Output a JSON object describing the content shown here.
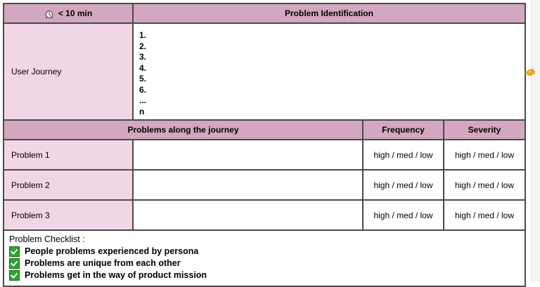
{
  "worksheet": {
    "timebox": {
      "icon": "alarm-clock-icon",
      "label": "< 10 min"
    },
    "title": "Problem Identification",
    "journey": {
      "label": "User Journey",
      "steps": [
        "1.",
        "2.",
        "3.",
        "4.",
        "5.",
        "6.",
        "...",
        "n"
      ]
    },
    "problems_table": {
      "headers": {
        "problems": "Problems along the journey",
        "frequency": "Frequency",
        "severity": "Severity"
      },
      "rows": [
        {
          "label": "Problem 1",
          "description": "",
          "frequency": "high / med / low",
          "severity": "high / med / low"
        },
        {
          "label": "Problem 2",
          "description": "",
          "frequency": "high / med / low",
          "severity": "high / med / low"
        },
        {
          "label": "Problem 3",
          "description": "",
          "frequency": "high / med / low",
          "severity": "high / med / low"
        }
      ]
    },
    "checklist": {
      "title": "Problem Checklist :",
      "items": [
        {
          "checked": true,
          "label": "People problems experienced by persona"
        },
        {
          "checked": true,
          "label": "Problems are unique from each other"
        },
        {
          "checked": true,
          "label": "Problems get in the way of product mission"
        }
      ]
    }
  },
  "overlay": {
    "cursor": "pointing-hand-cursor"
  },
  "colors": {
    "header_pink": "#d3a7c0",
    "row_pink": "#f1d7e6",
    "border": "#4a4a4a",
    "check_green": "#2aa62a"
  }
}
